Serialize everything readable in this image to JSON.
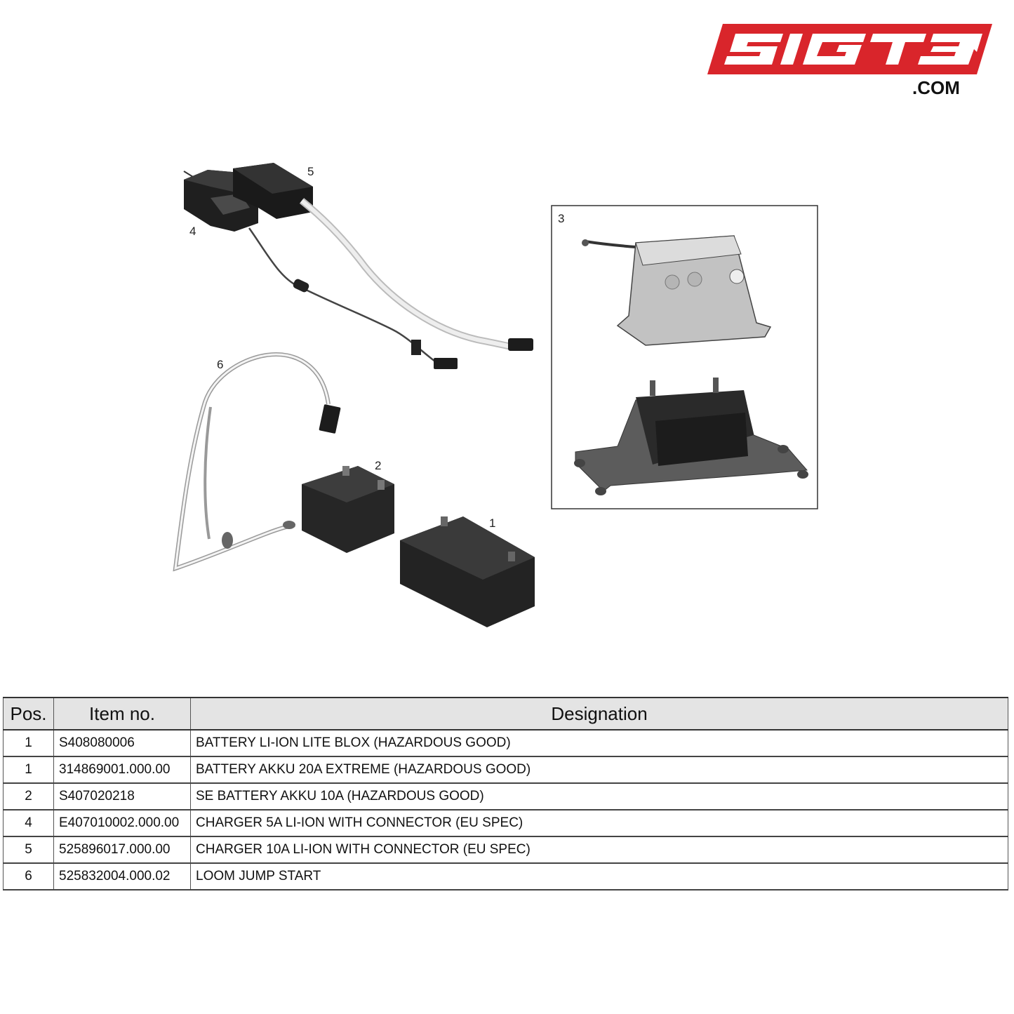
{
  "logo": {
    "brand_text": "SIGT3",
    "domain_text": ".COM",
    "brand_color": "#d9252b"
  },
  "diagram": {
    "callouts": [
      "1",
      "2",
      "3",
      "4",
      "5",
      "6"
    ]
  },
  "table": {
    "headers": [
      "Pos.",
      "Item no.",
      "Designation"
    ],
    "rows": [
      {
        "pos": "1",
        "item": "S408080006",
        "designation": "BATTERY LI-ION LITE BLOX (HAZARDOUS GOOD)"
      },
      {
        "pos": "1",
        "item": "314869001.000.00",
        "designation": "BATTERY AKKU 20A EXTREME (HAZARDOUS GOOD)"
      },
      {
        "pos": "2",
        "item": "S407020218",
        "designation": "SE BATTERY AKKU 10A (HAZARDOUS GOOD)"
      },
      {
        "pos": "4",
        "item": "E407010002.000.00",
        "designation": "CHARGER 5A LI-ION WITH CONNECTOR (EU SPEC)"
      },
      {
        "pos": "5",
        "item": "525896017.000.00",
        "designation": "CHARGER 10A LI-ION WITH CONNECTOR (EU SPEC)"
      },
      {
        "pos": "6",
        "item": "525832004.000.02",
        "designation": "LOOM JUMP START"
      }
    ]
  }
}
